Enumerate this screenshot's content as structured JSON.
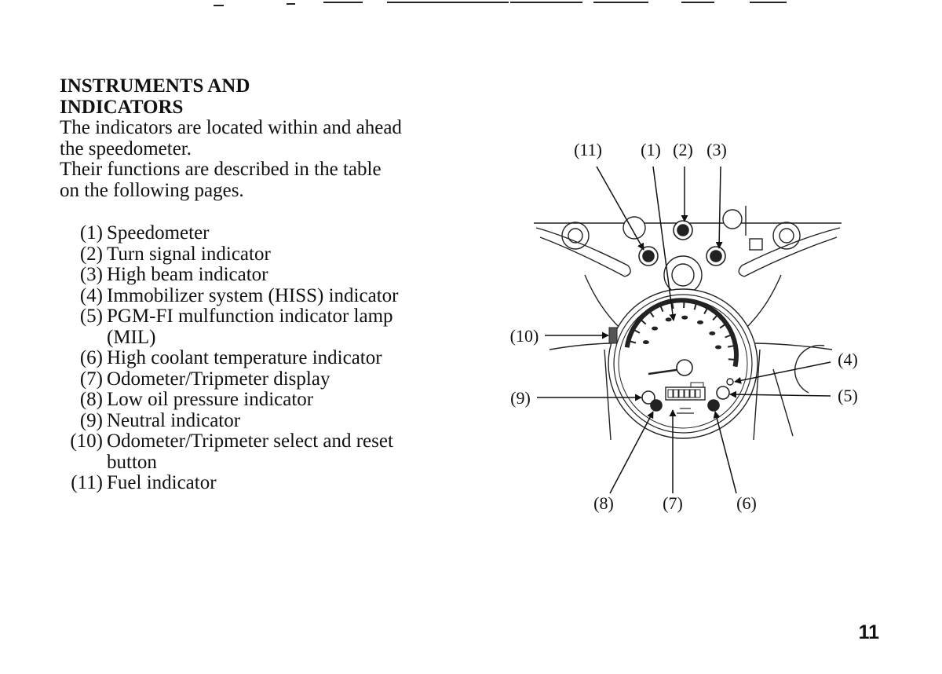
{
  "heading": {
    "line1": "INSTRUMENTS AND",
    "line2": "INDICATORS"
  },
  "intro": [
    "The indicators are located within and ahead",
    "the speedometer.",
    "Their functions are described in the table",
    "on the following pages."
  ],
  "items": [
    {
      "num": "(1)",
      "lines": [
        "Speedometer"
      ]
    },
    {
      "num": "(2)",
      "lines": [
        "Turn signal indicator"
      ]
    },
    {
      "num": "(3)",
      "lines": [
        "High beam indicator"
      ]
    },
    {
      "num": "(4)",
      "lines": [
        "Immobilizer system (HISS) indicator"
      ]
    },
    {
      "num": "(5)",
      "lines": [
        "PGM-FI mulfunction indicator lamp",
        "(MIL)"
      ]
    },
    {
      "num": "(6)",
      "lines": [
        "High coolant temperature indicator"
      ]
    },
    {
      "num": "(7)",
      "lines": [
        "Odometer/Tripmeter display"
      ]
    },
    {
      "num": "(8)",
      "lines": [
        "Low oil pressure indicator"
      ]
    },
    {
      "num": "(9)",
      "lines": [
        "Neutral indicator"
      ]
    },
    {
      "num": "(10)",
      "lines": [
        "Odometer/Tripmeter select and reset",
        "button"
      ]
    },
    {
      "num": "(11)",
      "lines": [
        "Fuel indicator"
      ]
    }
  ],
  "diagram": {
    "callouts": {
      "fuel": "(11)",
      "speedometer": "(1)",
      "turn_signal": "(2)",
      "high_beam": "(3)",
      "select_button": "(10)",
      "immobilizer": "(4)",
      "neutral": "(9)",
      "pgm_fi": "(5)",
      "oil_pressure": "(8)",
      "odometer": "(7)",
      "coolant": "(6)"
    }
  },
  "page_number": "11"
}
